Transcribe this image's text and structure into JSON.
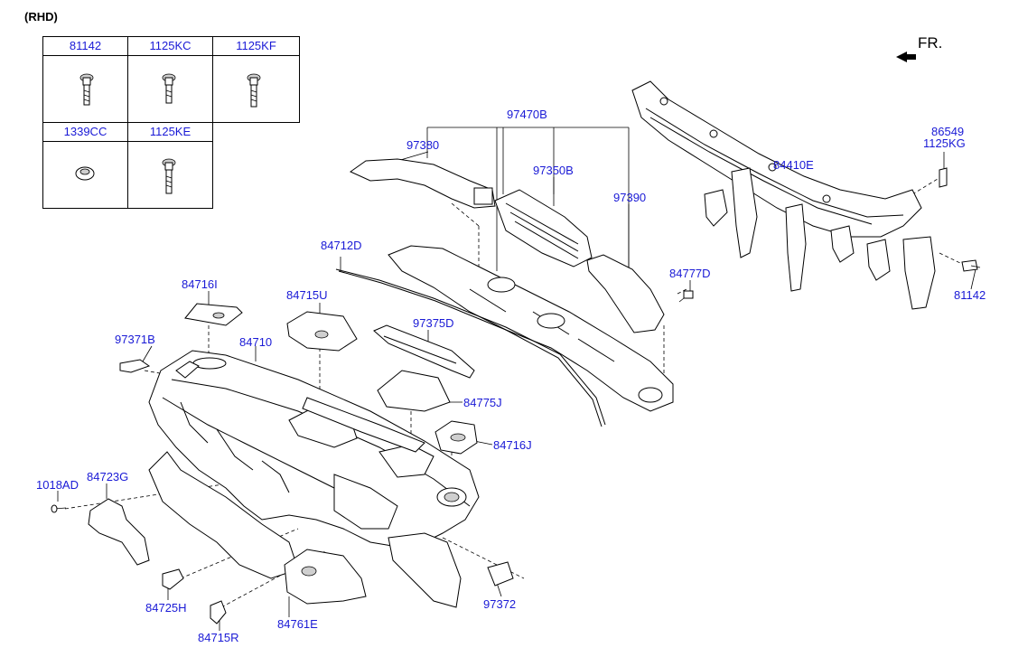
{
  "header": {
    "variant": "(RHD)",
    "direction": "FR."
  },
  "fastener_table": {
    "row1": [
      "81142",
      "1125KC",
      "1125KF"
    ],
    "row2": [
      "1339CC",
      "1125KE"
    ]
  },
  "parts": {
    "p97470B": "97470B",
    "p97380": "97380",
    "p97350B": "97350B",
    "p97390": "97390",
    "p84712D": "84712D",
    "p84777D": "84777D",
    "p86549": "86549",
    "p1125KG": "1125KG",
    "p84410E": "84410E",
    "p81142r": "81142",
    "p84716I": "84716I",
    "p84715U": "84715U",
    "p97375D": "97375D",
    "p97371B": "97371B",
    "p84710": "84710",
    "p84775J": "84775J",
    "p84716J": "84716J",
    "p1018AD": "1018AD",
    "p84723G": "84723G",
    "p84725H": "84725H",
    "p84715R": "84715R",
    "p84761E": "84761E",
    "p97372": "97372"
  }
}
